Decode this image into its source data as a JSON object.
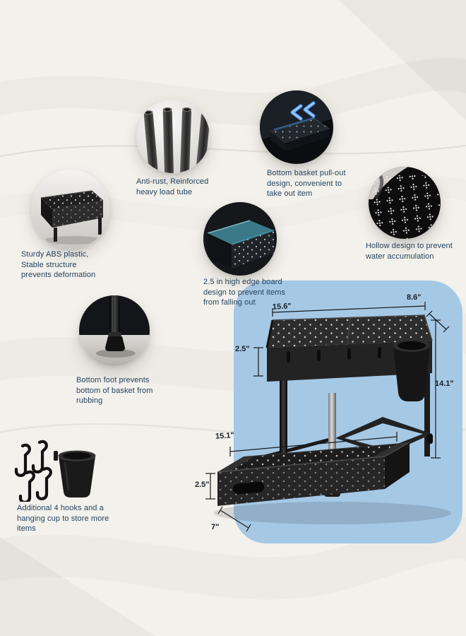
{
  "colors": {
    "background": "#f3f1ec",
    "label_text": "#24425e",
    "dimension_text": "#16202b",
    "panel_blue": "#a5c8e5",
    "product_black": "#1e1e1e",
    "arrow_blue": "#5aa7ff",
    "edge_teal": "#3b7988"
  },
  "features": [
    {
      "icon": "abs-basket-photo",
      "label": "Sturdy ABS plastic, Stable structure prevents deformation"
    },
    {
      "icon": "steel-tubes-photo",
      "label": "Anti-rust, Reinforced heavy load tube"
    },
    {
      "icon": "pull-out-basket-photo",
      "label": "Bottom basket pull-out design, convenient to take out item"
    },
    {
      "icon": "hollow-surface-photo",
      "label": "Hollow design to prevent water accumulation"
    },
    {
      "icon": "edge-board-photo",
      "label": "2.5 in high edge board design to prevent items from falling out"
    },
    {
      "icon": "bottom-foot-photo",
      "label": "Bottom foot prevents bottom of basket from rubbing"
    },
    {
      "icon": "hooks-and-cup-photo",
      "label": "Additional 4 hooks and a hanging cup to store more items"
    }
  ],
  "dimensions": {
    "top_basket_length": "15.6\"",
    "top_basket_depth": "8.6\"",
    "top_edge_height": "2.5\"",
    "overall_height": "14.1\"",
    "bottom_basket_length": "15.1\"",
    "bottom_edge_height": "2.5\"",
    "bottom_basket_depth": "7\""
  }
}
